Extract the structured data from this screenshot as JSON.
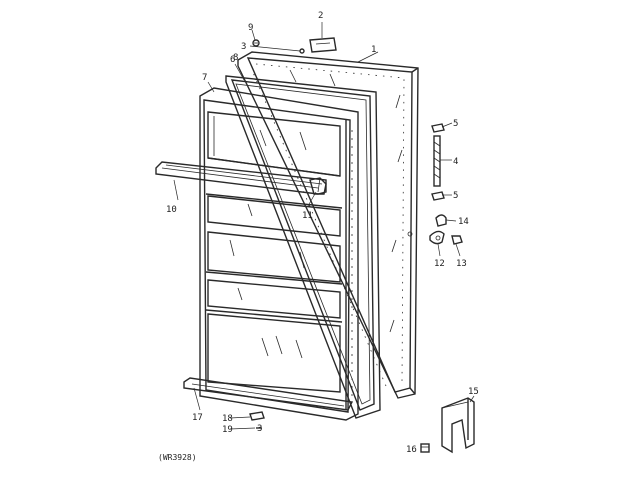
{
  "diagram": {
    "caption": "(WR3928)",
    "parts": [
      {
        "id": "1",
        "label": "1"
      },
      {
        "id": "2",
        "label": "2"
      },
      {
        "id": "3a",
        "label": "3"
      },
      {
        "id": "3b",
        "label": "3"
      },
      {
        "id": "4",
        "label": "4"
      },
      {
        "id": "5a",
        "label": "5"
      },
      {
        "id": "5b",
        "label": "5"
      },
      {
        "id": "6",
        "label": "6"
      },
      {
        "id": "7",
        "label": "7"
      },
      {
        "id": "8",
        "label": "8"
      },
      {
        "id": "9",
        "label": "9"
      },
      {
        "id": "10",
        "label": "10"
      },
      {
        "id": "11",
        "label": "11"
      },
      {
        "id": "12",
        "label": "12"
      },
      {
        "id": "13",
        "label": "13"
      },
      {
        "id": "14",
        "label": "14"
      },
      {
        "id": "15",
        "label": "15"
      },
      {
        "id": "16",
        "label": "16"
      },
      {
        "id": "17",
        "label": "17"
      },
      {
        "id": "18",
        "label": "18"
      },
      {
        "id": "19",
        "label": "19"
      }
    ]
  }
}
